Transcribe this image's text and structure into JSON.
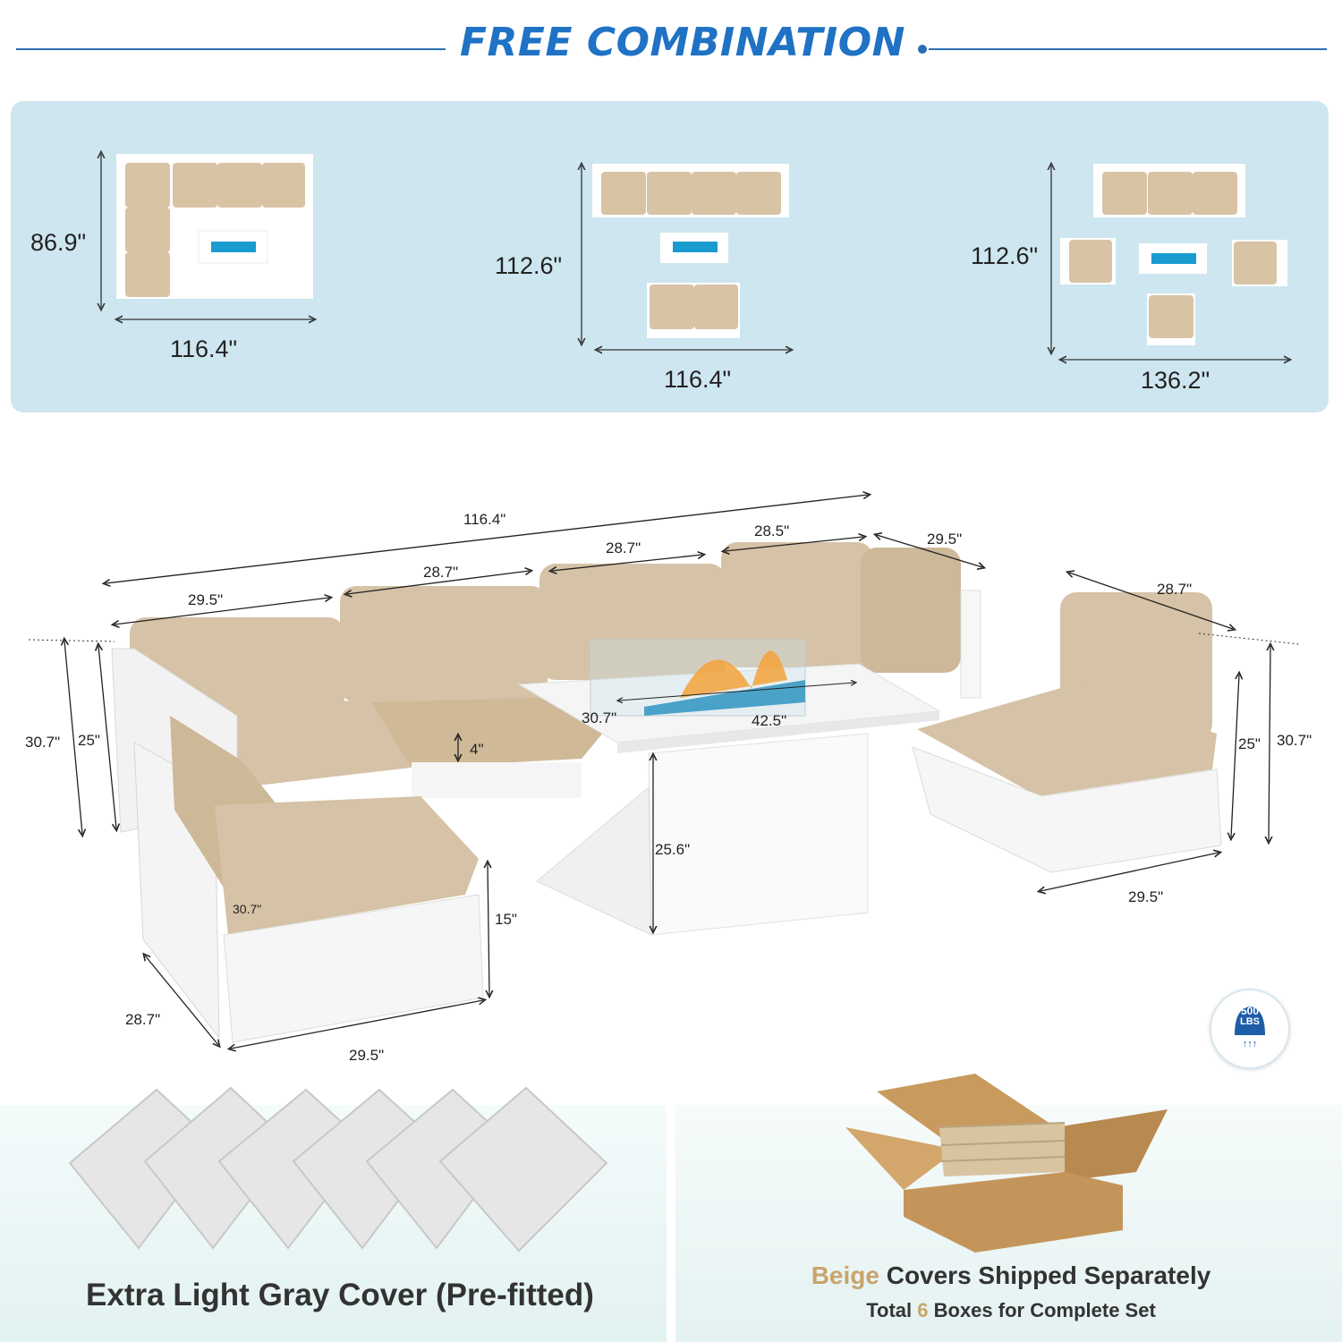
{
  "header": {
    "title": "FREE COMBINATION",
    "accent_color": "#1f72c4"
  },
  "combinations": [
    {
      "height": "86.9\"",
      "width": "116.4\""
    },
    {
      "height": "112.6\"",
      "width": "116.4\""
    },
    {
      "height": "112.6\"",
      "width": "136.2\""
    }
  ],
  "main_dimensions": {
    "overall_length": "116.4\"",
    "corner_width": "29.5\"",
    "seat_a_width": "28.7\"",
    "seat_b_width": "28.7\"",
    "seat_c_width": "28.5\"",
    "right_corner_depth": "29.5\"",
    "chair_depth_right": "28.7\"",
    "sofa_height": "30.7\"",
    "arm_height": "25\"",
    "cushion_thickness": "4\"",
    "table_depth": "30.7\"",
    "table_length": "42.5\"",
    "table_height": "25.6\"",
    "back_width": "30.7\"",
    "seat_height": "15\"",
    "left_chair_depth": "28.7\"",
    "left_chair_width": "29.5\"",
    "right_chair_height": "25\"",
    "right_chair_total_height": "30.7\"",
    "right_chair_width": "29.5\""
  },
  "weight_badge": {
    "value": "500",
    "unit": "LBS"
  },
  "bottom_left": {
    "caption": "Extra Light Gray Cover (Pre-fitted)",
    "cover_count": 6
  },
  "bottom_right": {
    "caption_color_word": "Beige",
    "caption_rest": " Covers Shipped Separately",
    "boxes_prefix": "Total ",
    "boxes_count": "6",
    "boxes_suffix": " Boxes for Complete Set",
    "accent_color": "#c9a46a"
  }
}
